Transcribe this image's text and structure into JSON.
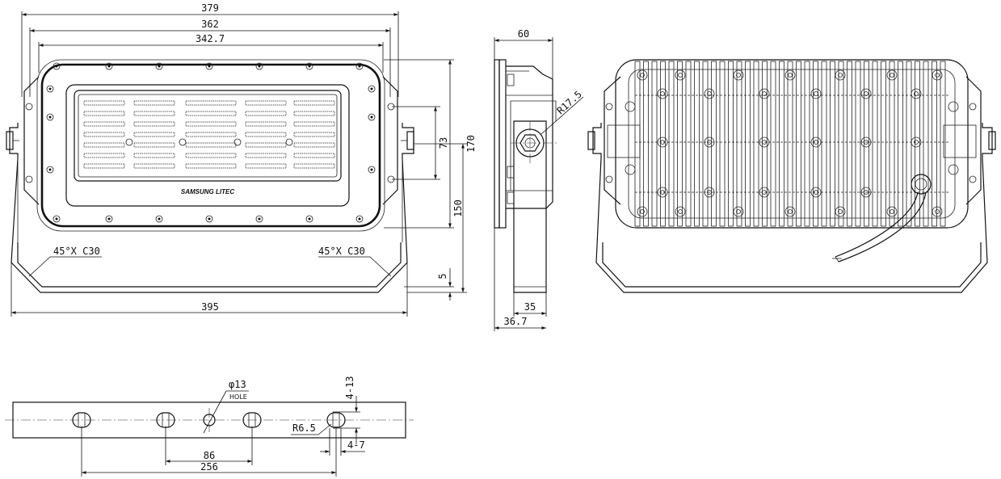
{
  "brand": "SAMSUNG LITEC",
  "front": {
    "dim_379": "379",
    "dim_362": "362",
    "dim_342_7": "342.7",
    "dim_395": "395",
    "dim_73": "73",
    "dim_170": "170",
    "dim_150": "150",
    "dim_5": "5",
    "chamfer_left": "45°X C30",
    "chamfer_right": "45°X C30"
  },
  "side": {
    "dim_60": "60",
    "dim_r17_5": "R17.5",
    "dim_35": "35",
    "dim_36_7": "36.7"
  },
  "bracket": {
    "hole_label": "φ13",
    "hole_sub": "HOLE",
    "dim_4_13": "4-13",
    "dim_r6_5": "R6.5",
    "dim_4_7": "4-7",
    "dim_86": "86",
    "dim_256": "256"
  }
}
